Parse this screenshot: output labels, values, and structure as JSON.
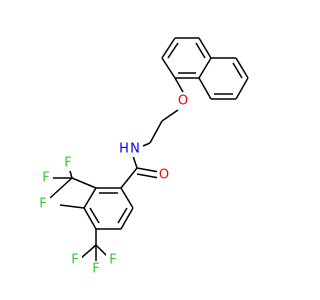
{
  "molecule": {
    "colors": {
      "bond": "#000000",
      "fluorine": "#33cc33",
      "oxygen": "#ff0000",
      "nitrogen": "#0000ff"
    },
    "labels": {
      "F_top_a": "F",
      "F_top_b": "F",
      "F_top_c": "F",
      "F_bot_a": "F",
      "F_bot_b": "F",
      "F_bot_c": "F",
      "O_carbonyl": "O",
      "O_ether": "O",
      "N_amide": "N",
      "H_amide": "H"
    }
  }
}
